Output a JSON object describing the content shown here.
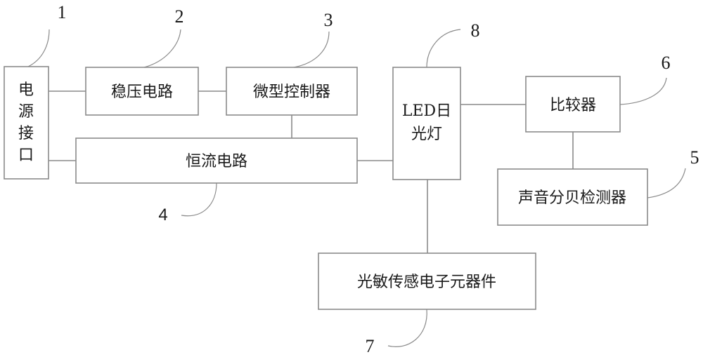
{
  "diagram": {
    "blocks": {
      "power_interface": {
        "label_chars": [
          "电",
          "源",
          "接",
          "口"
        ],
        "ref": "1"
      },
      "voltage_regulator": {
        "label": "稳压电路",
        "ref": "2"
      },
      "microcontroller": {
        "label": "微型控制器",
        "ref": "3"
      },
      "constant_current": {
        "label": "恒流电路",
        "ref": "4"
      },
      "sound_db_detector": {
        "label": "声音分贝检测器",
        "ref": "5"
      },
      "comparator": {
        "label": "比较器",
        "ref": "6"
      },
      "photosensitive_component": {
        "label": "光敏传感电子元器件",
        "ref": "7"
      },
      "led_lamp": {
        "label_line1": "LED日",
        "label_line2": "光灯",
        "ref": "8"
      }
    },
    "connections": [
      [
        "power_interface",
        "voltage_regulator"
      ],
      [
        "voltage_regulator",
        "microcontroller"
      ],
      [
        "microcontroller",
        "constant_current"
      ],
      [
        "power_interface",
        "constant_current"
      ],
      [
        "constant_current",
        "led_lamp"
      ],
      [
        "led_lamp",
        "comparator"
      ],
      [
        "comparator",
        "sound_db_detector"
      ],
      [
        "led_lamp",
        "photosensitive_component"
      ]
    ]
  }
}
